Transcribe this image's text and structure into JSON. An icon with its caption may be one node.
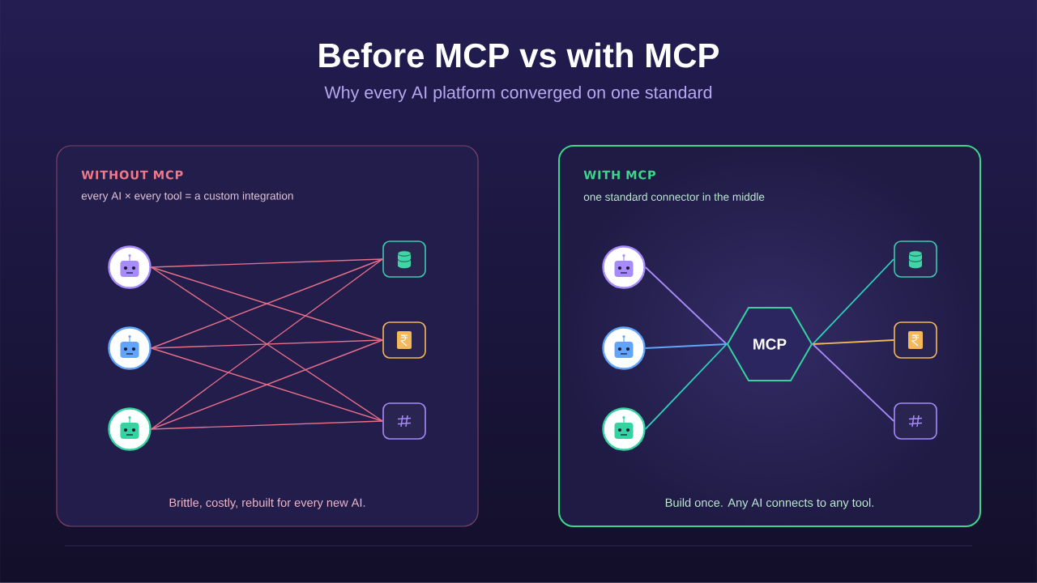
{
  "diagram": {
    "title": "Before MCP vs with MCP",
    "nodes": [
      {
        "text": [
          "WITHOUT MCP",
          "every AI × every tool = a custom integration",
          "Brittle, costly, rebuilt for every new AI."
        ]
      },
      {
        "text": [],
        "shape": "circle",
        "in": 0
      },
      {
        "text": [],
        "shape": "circle",
        "in": 0
      },
      {
        "text": [],
        "shape": "circle",
        "in": 0
      },
      {
        "text": [],
        "shape": "box",
        "in": 0
      },
      {
        "text": [],
        "shape": "box",
        "in": 0
      },
      {
        "text": [],
        "shape": "box",
        "in": 0
      },
      {
        "text": [
          "WITH MCP",
          "one standard connector in the middle",
          "Build once. Any AI connects to any tool."
        ]
      },
      {
        "text": [],
        "shape": "circle",
        "in": 7
      },
      {
        "text": [],
        "shape": "circle",
        "in": 7
      },
      {
        "text": [],
        "shape": "circle",
        "in": 7
      },
      {
        "text": [
          "MCP"
        ],
        "in": 7
      },
      {
        "text": [],
        "shape": "box",
        "in": 7
      },
      {
        "text": [],
        "shape": "box",
        "in": 7
      },
      {
        "text": [],
        "shape": "box",
        "in": 7
      }
    ],
    "edges": [
      {
        "from": 1,
        "to": 4,
        "arrow": "none"
      },
      {
        "from": 1,
        "to": 5,
        "arrow": "none"
      },
      {
        "from": 1,
        "to": 6,
        "arrow": "none"
      },
      {
        "from": 2,
        "to": 4,
        "arrow": "none"
      },
      {
        "from": 2,
        "to": 5,
        "arrow": "none"
      },
      {
        "from": 2,
        "to": 6,
        "arrow": "none"
      },
      {
        "from": 3,
        "to": 4,
        "arrow": "none"
      },
      {
        "from": 3,
        "to": 5,
        "arrow": "none"
      },
      {
        "from": 3,
        "to": 6,
        "arrow": "none"
      },
      {
        "from": 8,
        "to": 11,
        "arrow": "none",
        "color": "#a78bfa"
      },
      {
        "from": 9,
        "to": 11,
        "arrow": "none",
        "color": "#60a5fa"
      },
      {
        "from": 10,
        "to": 11,
        "arrow": "none",
        "color": "#2dd4bf"
      },
      {
        "from": 11,
        "to": 12,
        "arrow": "none",
        "color": "#2dd4bf"
      },
      {
        "from": 11,
        "to": 13,
        "arrow": "none",
        "color": "#f5b85a"
      },
      {
        "from": 11,
        "to": 14,
        "arrow": "none",
        "color": "#a78bfa"
      }
    ],
    "labels": [
      "Why every AI platform converged on one standard"
    ]
  }
}
